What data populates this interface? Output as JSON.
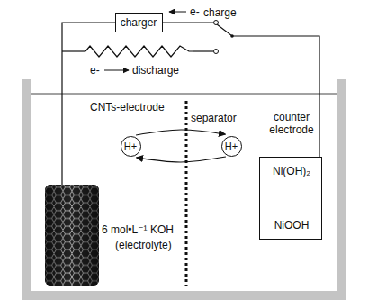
{
  "diagram": {
    "nodes": [
      {
        "text": [
          "charger"
        ]
      },
      {
        "text": [
          "H+"
        ]
      },
      {
        "text": [
          "H+"
        ]
      },
      {
        "text": [
          "counter electrode",
          "Ni(OH)₂",
          "NiOOH"
        ]
      }
    ],
    "edges": [
      {
        "from": 1,
        "to": 2,
        "arrow": "to"
      },
      {
        "from": 2,
        "to": 1,
        "arrow": "to"
      }
    ],
    "labels": [
      "e-",
      "charge",
      "e-",
      "discharge",
      "CNTs-electrode",
      "separator",
      "6 mol•L⁻¹ KOH",
      "(electrolyte)"
    ]
  }
}
